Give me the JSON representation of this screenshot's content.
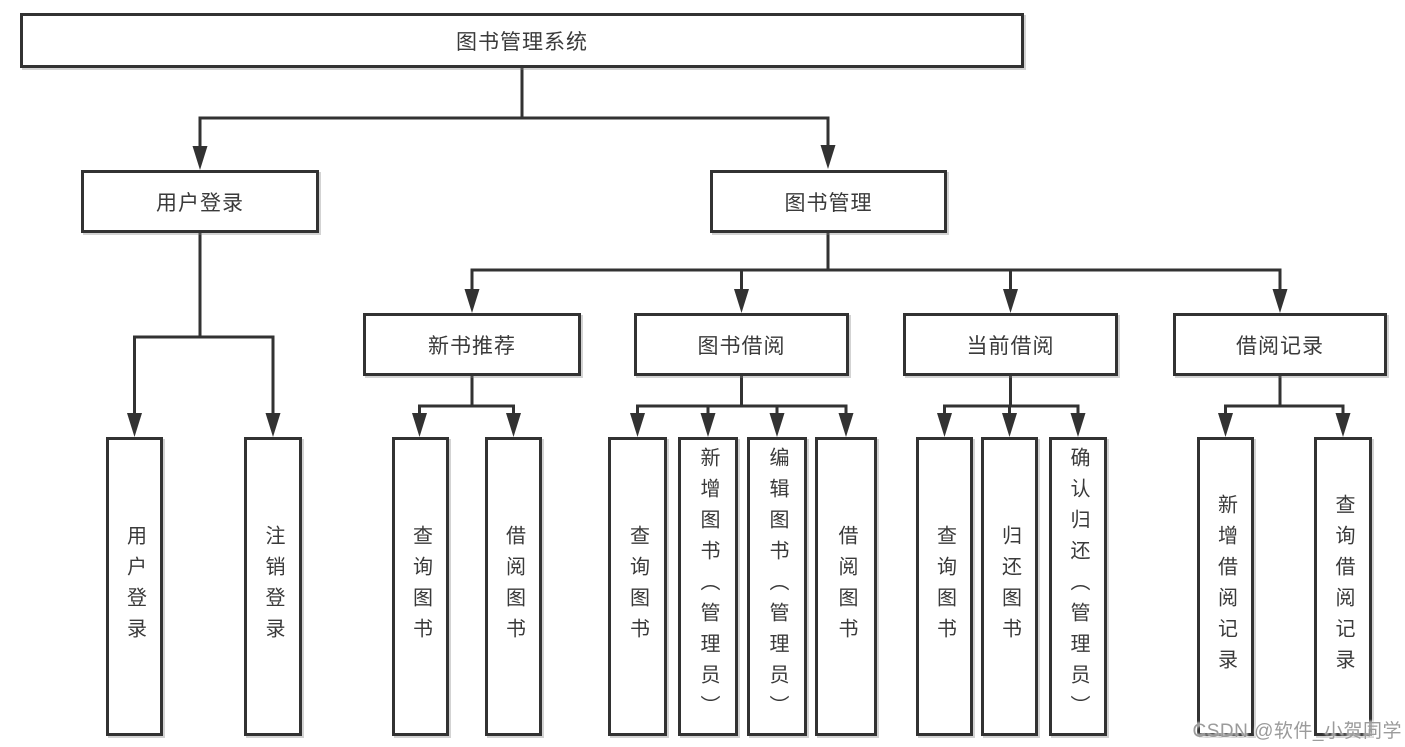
{
  "tree": {
    "label": "图书管理系统",
    "children": [
      {
        "label": "用户登录",
        "children": [
          {
            "label": "用户登录"
          },
          {
            "label": "注销登录"
          }
        ]
      },
      {
        "label": "图书管理",
        "children": [
          {
            "label": "新书推荐",
            "children": [
              {
                "label": "查询图书"
              },
              {
                "label": "借阅图书"
              }
            ]
          },
          {
            "label": "图书借阅",
            "children": [
              {
                "label": "查询图书"
              },
              {
                "label": "新增图书（管理员）"
              },
              {
                "label": "编辑图书（管理员）"
              },
              {
                "label": "借阅图书"
              }
            ]
          },
          {
            "label": "当前借阅",
            "children": [
              {
                "label": "查询图书"
              },
              {
                "label": "归还图书"
              },
              {
                "label": "确认归还（管理员）"
              }
            ]
          },
          {
            "label": "借阅记录",
            "children": [
              {
                "label": "新增借阅记录"
              },
              {
                "label": "查询借阅记录"
              }
            ]
          }
        ]
      }
    ]
  },
  "watermark": {
    "text": "CSDN @软件_小贺同学"
  },
  "colors": {
    "line": "#323232",
    "box_border": "#323232",
    "text": "#3a3a3a",
    "watermark_text": "#9b9b9b",
    "background": "#ffffff"
  }
}
